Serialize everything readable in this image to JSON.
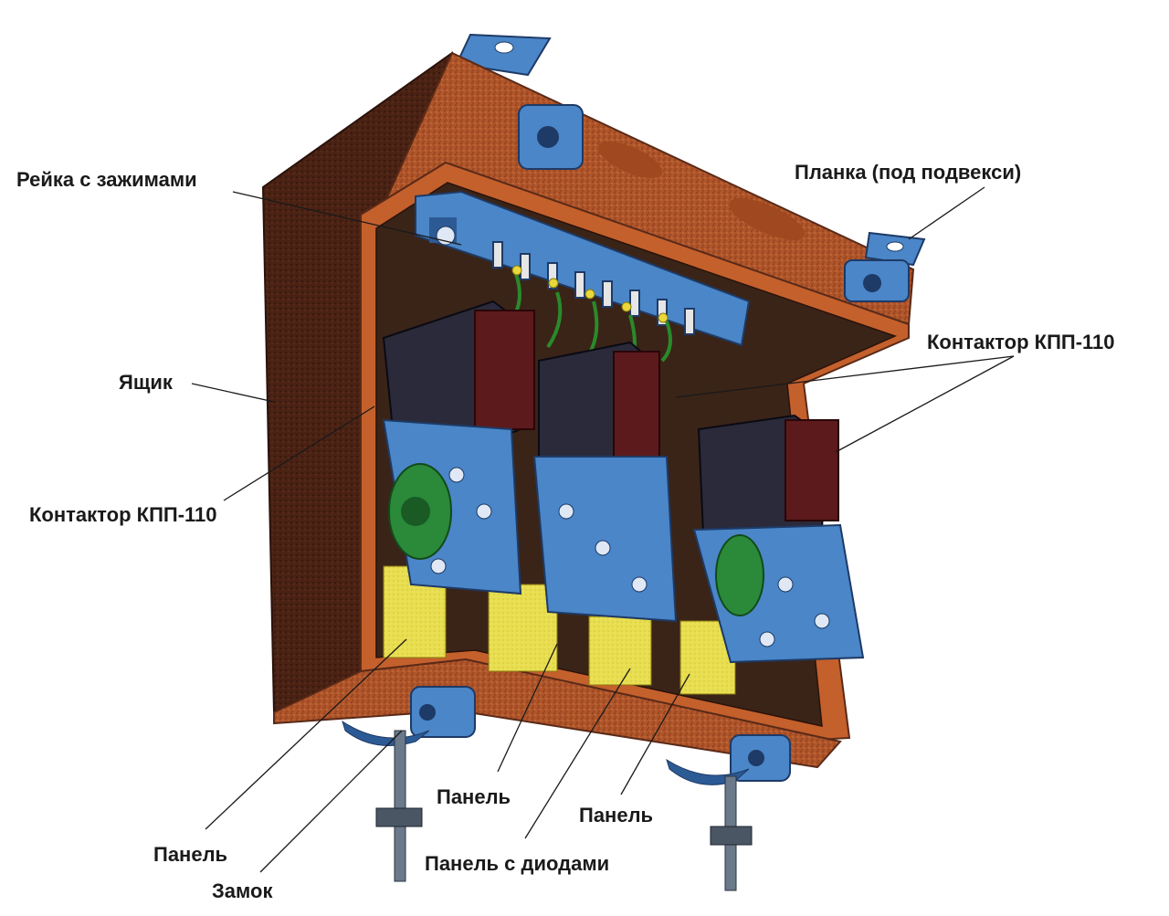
{
  "labels": {
    "rail_with_clamps": "Рейка с зажимами",
    "bracket": "Планка (под подвекси)",
    "contactor_right": "Контактор КПП-110",
    "box": "Ящик",
    "contactor_left": "Контактор КПП-110",
    "panel_bottom_left": "Панель",
    "lock": "Замок",
    "panel_center": "Панель",
    "panel_with_diodes": "Панель с диодами",
    "panel_right": "Панель"
  },
  "colors": {
    "box_brown": "#b0552a",
    "box_dark": "#5a2a18",
    "metal_blue": "#4a86c8",
    "coil_maroon": "#5c1a1c",
    "panel_yellow": "#e6dc4a",
    "leader_line": "#1a1a1a"
  }
}
